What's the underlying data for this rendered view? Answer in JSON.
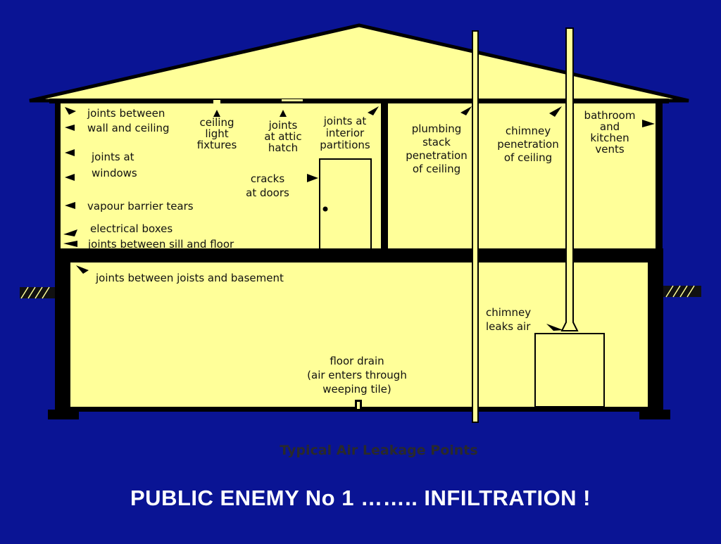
{
  "colors": {
    "background": "#0a1494",
    "house_fill": "#ffff99",
    "outline": "#000000",
    "title_text": "#ffffff"
  },
  "diagram": {
    "caption": "Typical Air Leakage Points",
    "labels": {
      "joints_wall_ceiling": [
        "joints between",
        "wall and ceiling"
      ],
      "ceiling_light": [
        "ceiling",
        "light",
        "fixtures"
      ],
      "attic_hatch": [
        "joints",
        "at attic",
        "hatch"
      ],
      "interior_partitions": [
        "joints at",
        "interior",
        "partitions"
      ],
      "plumbing_stack": [
        "plumbing",
        "stack",
        "penetration",
        "of ceiling"
      ],
      "chimney_ceiling": [
        "chimney",
        "penetration",
        "of ceiling"
      ],
      "vents": [
        "bathroom",
        "and",
        "kitchen",
        "vents"
      ],
      "windows": [
        "joints at",
        "windows"
      ],
      "cracks_doors": [
        "cracks",
        "at doors"
      ],
      "vapour_barrier": [
        "vapour barrier tears"
      ],
      "electrical_boxes": [
        "electrical boxes"
      ],
      "sill_floor": [
        "joints between sill and floor"
      ],
      "joists_basement": [
        "joints between joists and basement"
      ],
      "chimney_leaks": [
        "chimney",
        "leaks air"
      ],
      "floor_drain": [
        "floor drain",
        "(air enters through",
        "weeping tile)"
      ]
    }
  },
  "slide": {
    "title": "PUBLIC ENEMY No 1 …….. INFILTRATION !"
  }
}
